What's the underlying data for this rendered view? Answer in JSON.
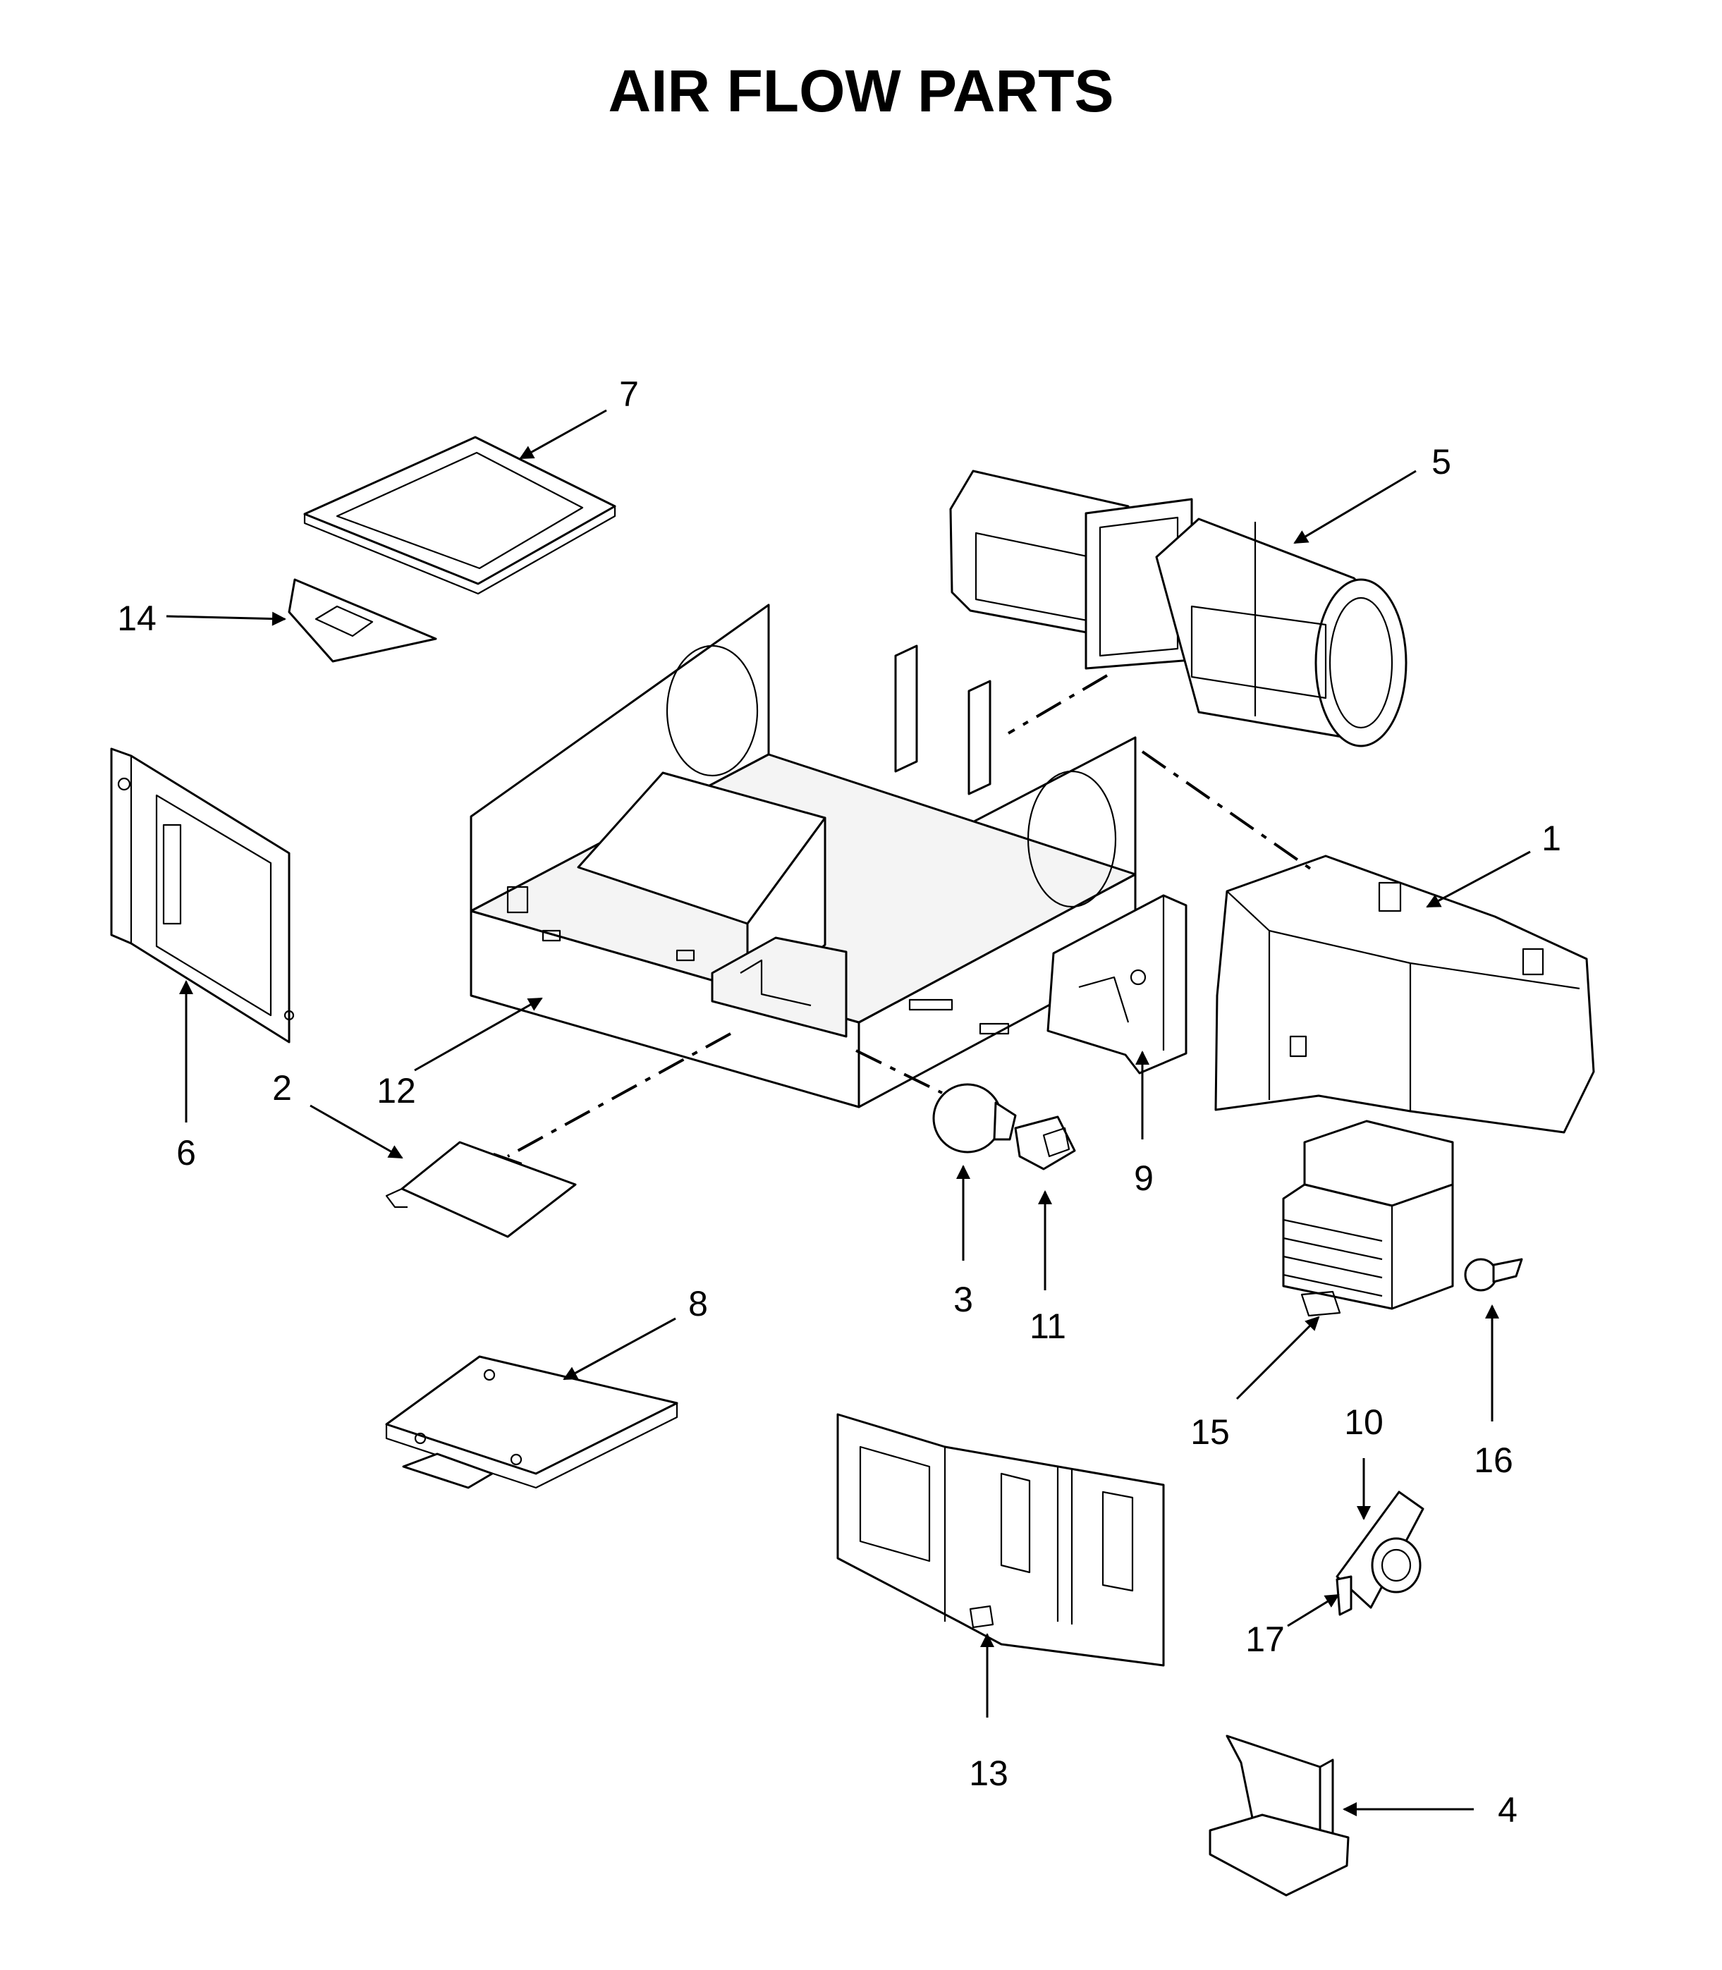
{
  "title": "AIR FLOW PARTS",
  "callouts": {
    "c1": "1",
    "c2": "2",
    "c3": "3",
    "c4": "4",
    "c5": "5",
    "c6": "6",
    "c7": "7",
    "c8": "8",
    "c9": "9",
    "c10": "10",
    "c11": "11",
    "c12": "12",
    "c13": "13",
    "c14": "14",
    "c15": "15",
    "c16": "16",
    "c17": "17"
  },
  "colors": {
    "line": "#000000",
    "background": "#ffffff",
    "shade": "#f4f4f4"
  }
}
